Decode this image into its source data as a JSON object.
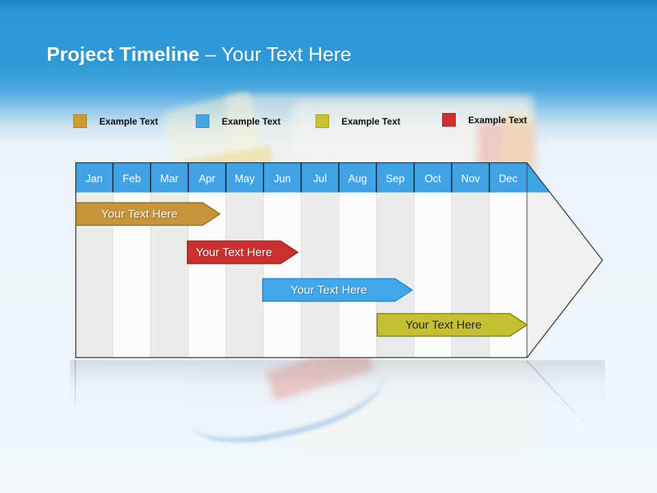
{
  "title": {
    "main": "Project Timeline",
    "subtitle": "– Your Text Here"
  },
  "legend": {
    "items": [
      {
        "label": "Example Text",
        "color": "#CD9A2F"
      },
      {
        "label": "Example Text",
        "color": "#45AAE4"
      },
      {
        "label": "Example Text",
        "color": "#C8C22C"
      },
      {
        "label": "Example Text",
        "color": "#CC2E2E"
      }
    ]
  },
  "chart_data": {
    "type": "gantt-timeline",
    "months": [
      "Jan",
      "Feb",
      "Mar",
      "Apr",
      "May",
      "Jun",
      "Jul",
      "Aug",
      "Sep",
      "Oct",
      "Nov",
      "Dec"
    ],
    "header_fill": "#3FA3E4",
    "header_divider": "#1C3A52",
    "header_text_color": "#FFFFFF",
    "stripe_colors": [
      "#EBEBEB",
      "#FCFCFC"
    ],
    "separator_color": "#D9D9D9",
    "outline_color": "#333333",
    "arrow_fill": "#F1F0EE",
    "bars": [
      {
        "label": "Your Text Here",
        "start": 0.02,
        "end": 3.84,
        "row": 0,
        "fill": "#C6953B",
        "border": "#8D6A1E",
        "text_color": "#FFFFFF"
      },
      {
        "label": "Your Text Here",
        "start": 2.98,
        "end": 5.91,
        "row": 1,
        "fill": "#CA3232",
        "border": "#9A1F1F",
        "text_color": "#FFFFFF"
      },
      {
        "label": "Your Text Here",
        "start": 4.98,
        "end": 8.95,
        "row": 2,
        "fill": "#41A7E8",
        "border": "#2286C6",
        "text_color": "#FFFFFF"
      },
      {
        "label": "Your Text Here",
        "start": 8.02,
        "end": 12.0,
        "row": 3,
        "fill": "#C4BF33",
        "border": "#807C12",
        "text_color": "#1F1F1F"
      }
    ]
  }
}
